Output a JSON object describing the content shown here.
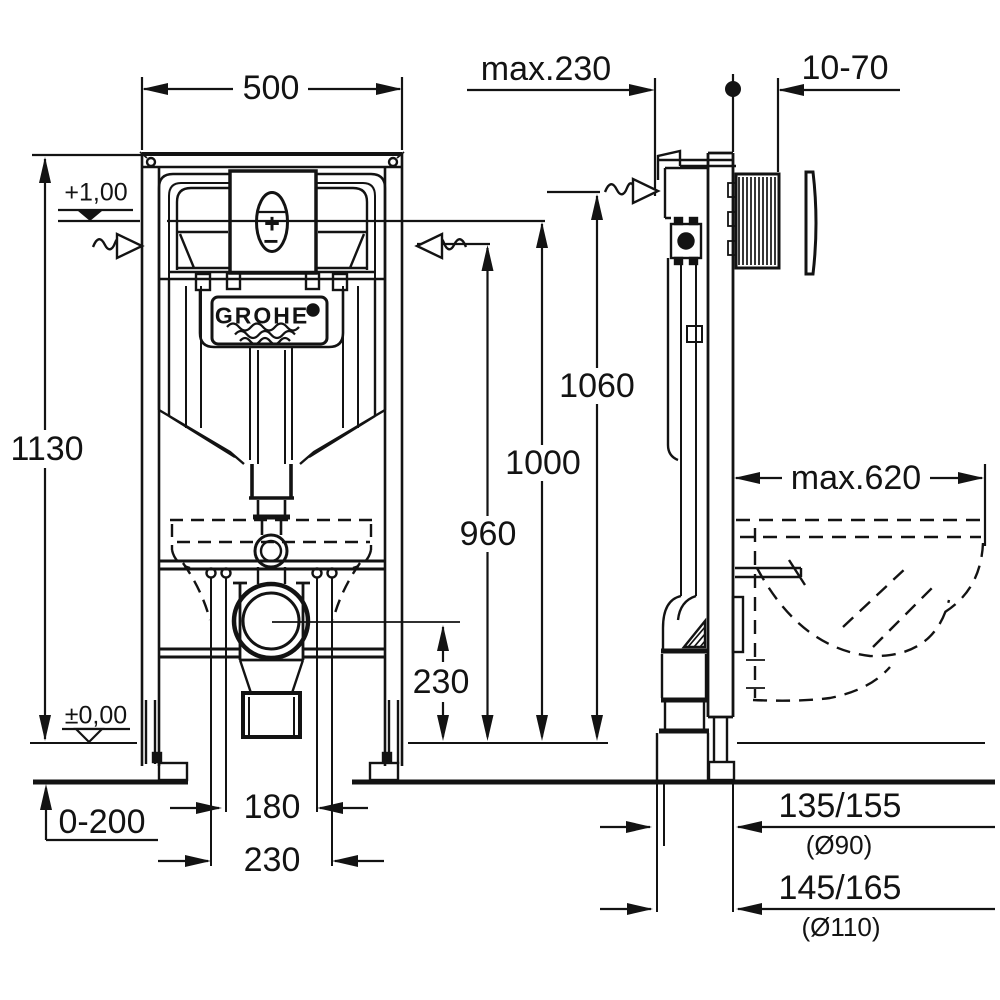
{
  "drawing": {
    "type": "installation-dimension-drawing",
    "line_color": "#131313",
    "background": "#ffffff"
  },
  "logo": {
    "brand": "GROHE"
  },
  "flush_plate": {
    "plus": "+",
    "minus": "−"
  },
  "dims": {
    "frame_width": "500",
    "frame_height": "1130",
    "level_plus": "+1,00",
    "level_zero": "±0,00",
    "foot_adjustment": "0-200",
    "fixing_inner": "180",
    "fixing_outer": "230",
    "anchor_height": "960",
    "actuation_height": "1000",
    "top_height": "1060",
    "outlet_height": "230",
    "install_depth": "max.230",
    "plate_distance": "10-70",
    "bowl_projection": "max.620",
    "drain_offset_90": "135/155",
    "drain_dia_90": "(Ø90)",
    "drain_offset_110": "145/165",
    "drain_dia_110": "(Ø110)"
  }
}
